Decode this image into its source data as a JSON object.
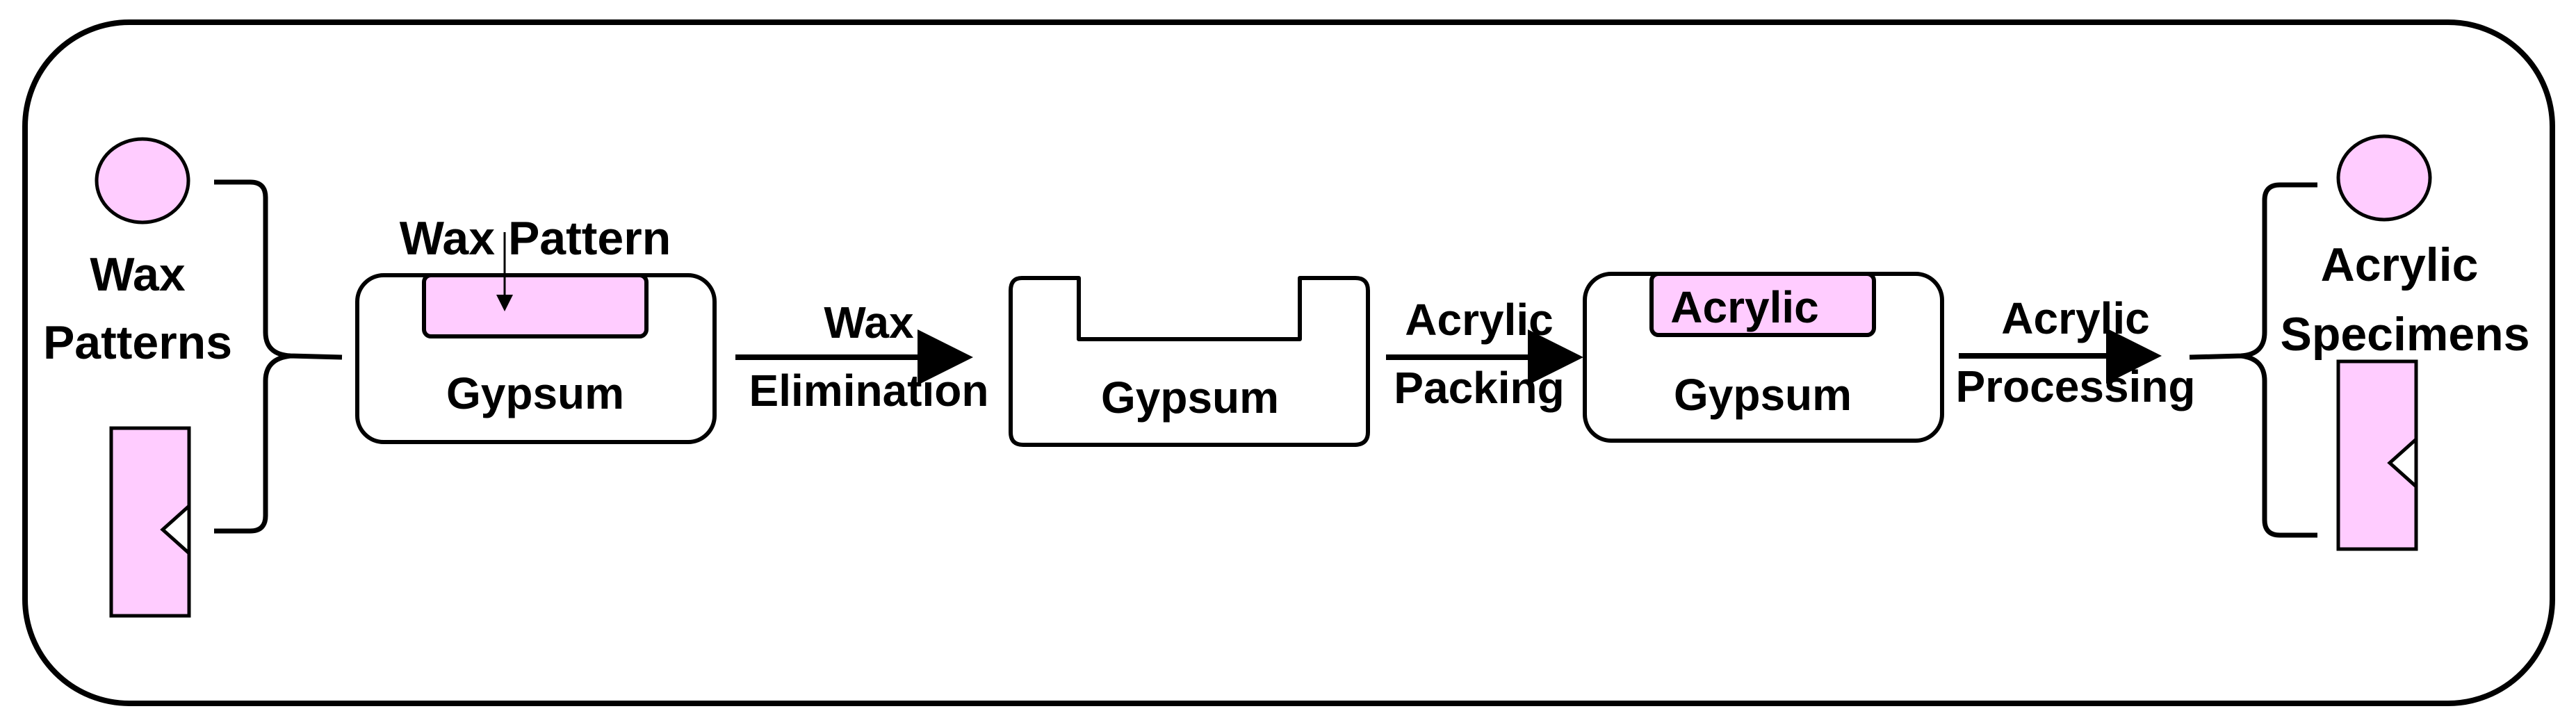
{
  "colors": {
    "fill_pink": "#ffccff",
    "stroke": "#000000",
    "background": "#ffffff"
  },
  "left_group": {
    "label_line1": "Wax",
    "label_line2": "Patterns"
  },
  "stage1": {
    "callout": "Wax Pattern",
    "mold_label": "Gypsum"
  },
  "arrow1": {
    "line1": "Wax",
    "line2": "Elimination"
  },
  "stage2": {
    "mold_label": "Gypsum"
  },
  "arrow2": {
    "line1": "Acrylic",
    "line2": "Packing"
  },
  "stage3": {
    "insert_label": "Acrylic",
    "mold_label": "Gypsum"
  },
  "arrow3": {
    "line1": "Acrylic",
    "line2": "Processing"
  },
  "right_group": {
    "label_line1": "Acrylic",
    "label_line2": "Specimens"
  }
}
